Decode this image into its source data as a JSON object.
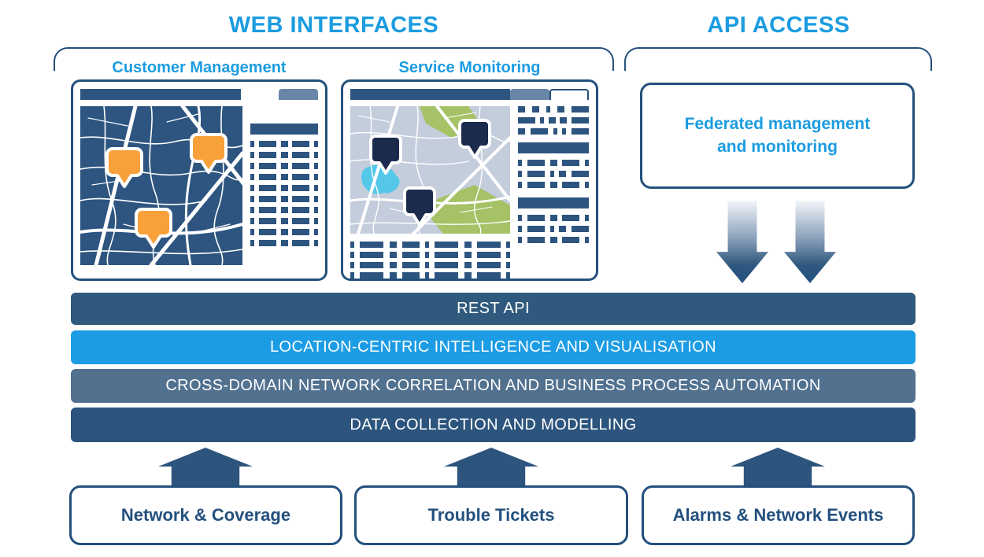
{
  "colors": {
    "azure": "#1B9CE0",
    "navy_border": "#24507D",
    "navy_fill": "#2D5580",
    "bar_rest": "#2F5A7D",
    "bar_location": "#1C9CE4",
    "bar_cross": "#52718F",
    "bar_data": "#2C547D",
    "toolbar_slate": "#6886A8",
    "map_cm_bg": "#2D5580",
    "map_sm_bg": "#C4CDDC",
    "pin_orange": "#F8A03A",
    "pin_dark": "#1C2B4D",
    "green_area": "#A5C266",
    "water": "#55C8EA"
  },
  "sections": {
    "web_interfaces": {
      "title": "WEB INTERFACES",
      "panels": [
        {
          "label": "Customer Management",
          "icons": [
            "map-pin-icon",
            "map-pin-icon",
            "map-pin-icon"
          ]
        },
        {
          "label": "Service Monitoring",
          "icons": [
            "map-pin-icon",
            "map-pin-icon",
            "map-pin-icon"
          ]
        }
      ]
    },
    "api_access": {
      "title": "API ACCESS",
      "box_label": "Federated management and monitoring"
    }
  },
  "layers": [
    {
      "label": "REST API"
    },
    {
      "label": "LOCATION-CENTRIC INTELLIGENCE AND VISUALISATION"
    },
    {
      "label": "CROSS-DOMAIN NETWORK CORRELATION AND BUSINESS PROCESS AUTOMATION"
    },
    {
      "label": "DATA COLLECTION AND MODELLING"
    }
  ],
  "sources": [
    {
      "label": "Network & Coverage"
    },
    {
      "label": "Trouble Tickets"
    },
    {
      "label": "Alarms & Network Events"
    }
  ]
}
